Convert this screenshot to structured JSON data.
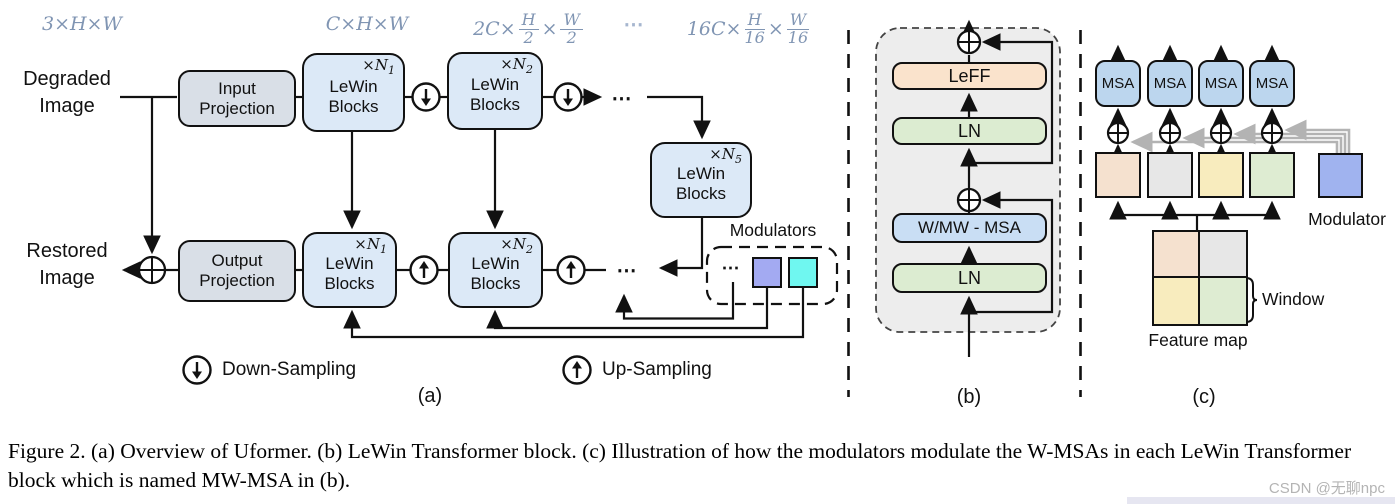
{
  "panel_a": {
    "dims": {
      "d0": "3×H×W",
      "d1": "C×H×W",
      "d2": {
        "pre": "2C×",
        "n1": "H",
        "de1": "2",
        "x": "×",
        "n2": "W",
        "de2": "2"
      },
      "d3": {
        "pre": "16C×",
        "n1": "H",
        "de1": "16",
        "x": "×",
        "n2": "W",
        "de2": "16"
      }
    },
    "dots": "⋯",
    "degraded": [
      "Degraded",
      "Image"
    ],
    "restored": [
      "Restored",
      "Image"
    ],
    "input_projection": [
      "Input",
      "Projection"
    ],
    "output_projection": [
      "Output",
      "Projection"
    ],
    "lewin": [
      "LeWin",
      "Blocks"
    ],
    "mult": {
      "base": "×N",
      "n1": "1",
      "n2": "2",
      "n5": "5"
    },
    "modulators_label": "Modulators",
    "legend": {
      "down": "Down-Sampling",
      "up": "Up-Sampling"
    },
    "label": "(a)"
  },
  "panel_b": {
    "leff": "LeFF",
    "ln": "LN",
    "msa": "W/MW - MSA",
    "label": "(b)"
  },
  "panel_c": {
    "msa": "MSA",
    "modulator": "Modulator",
    "window": "Window",
    "feature_map": "Feature map",
    "label": "(c)"
  },
  "caption": "Figure 2. (a) Overview of Uformer. (b) LeWin Transformer block. (c) Illustration of how the modulators modulate the W-MSAs in each LeWin Transformer block which is named MW-MSA in (b).",
  "watermark": "CSDN @无聊npc",
  "colors": {
    "lewin_fill": "#dce9f7",
    "projection_fill": "#d9dfe7",
    "leff_fill": "#fae3cc",
    "ln_fill": "#dcecd1",
    "mw_msa_fill": "#c9def4",
    "msa_fill": "#bcd6ee",
    "modulator_fill": "#a0b3ef",
    "modulator_small_purple": "#a3aaf2",
    "modulator_small_cyan": "#6ff7f0",
    "window_peach": "#f5e1cf",
    "window_gray": "#e7e7e7",
    "window_yellow": "#f8ecbe",
    "window_green": "#deecd2",
    "dim_label": "#8095b3",
    "gray_arrow": "#b3b3b3",
    "panel_b_bg": "#ededed",
    "watermark_bar": "#e6e6f1"
  }
}
